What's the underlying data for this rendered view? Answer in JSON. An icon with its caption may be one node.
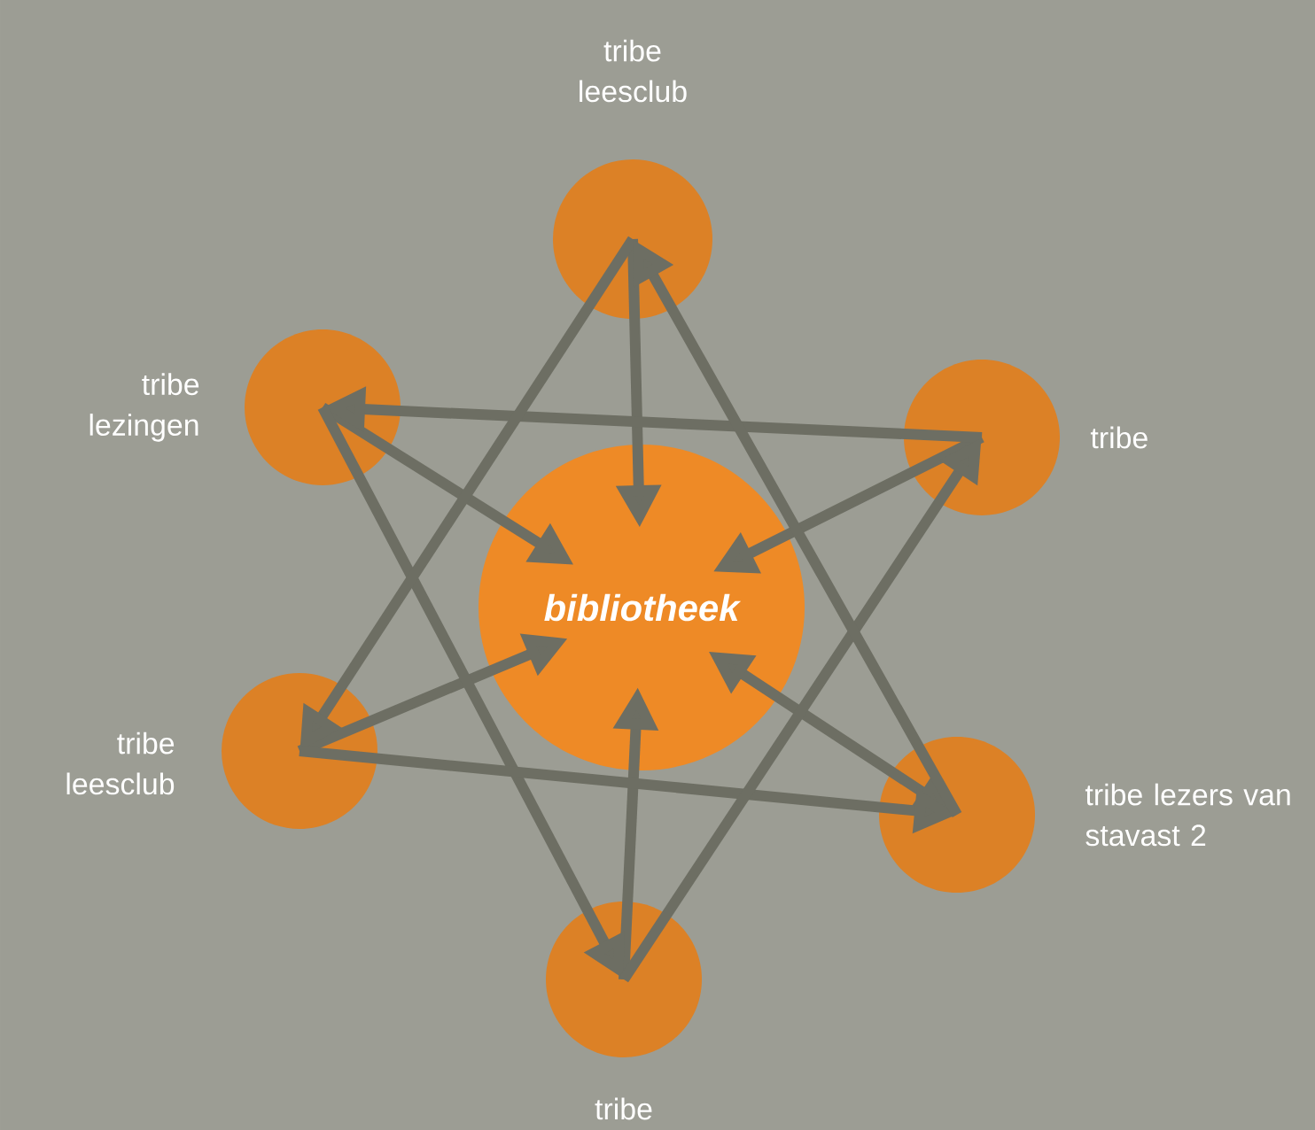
{
  "diagram": {
    "nodes": [
      {
        "text": [
          "tribe leesclub"
        ]
      },
      {
        "text": [
          "tribe lezingen"
        ]
      },
      {
        "text": [
          "tribe"
        ]
      },
      {
        "text": [
          "bibliotheek"
        ]
      },
      {
        "text": [
          "tribe leesclub"
        ]
      },
      {
        "text": [
          "tribe lezers van stavast 2"
        ]
      },
      {
        "text": [
          "tribe"
        ]
      }
    ],
    "edges": [
      {
        "from": 0,
        "to": 3,
        "arrow": "to"
      },
      {
        "from": 1,
        "to": 3,
        "arrow": "to"
      },
      {
        "from": 2,
        "to": 3,
        "arrow": "to"
      },
      {
        "from": 4,
        "to": 3,
        "arrow": "to"
      },
      {
        "from": 5,
        "to": 3,
        "arrow": "both"
      },
      {
        "from": 6,
        "to": 3,
        "arrow": "to"
      },
      {
        "from": 2,
        "to": 1,
        "arrow": "to"
      },
      {
        "from": 1,
        "to": 6,
        "arrow": "to"
      },
      {
        "from": 0,
        "to": 4,
        "arrow": "to"
      },
      {
        "from": 4,
        "to": 5,
        "arrow": "to"
      },
      {
        "from": 6,
        "to": 2,
        "arrow": "to"
      },
      {
        "from": 5,
        "to": 0,
        "arrow": "to"
      }
    ]
  }
}
